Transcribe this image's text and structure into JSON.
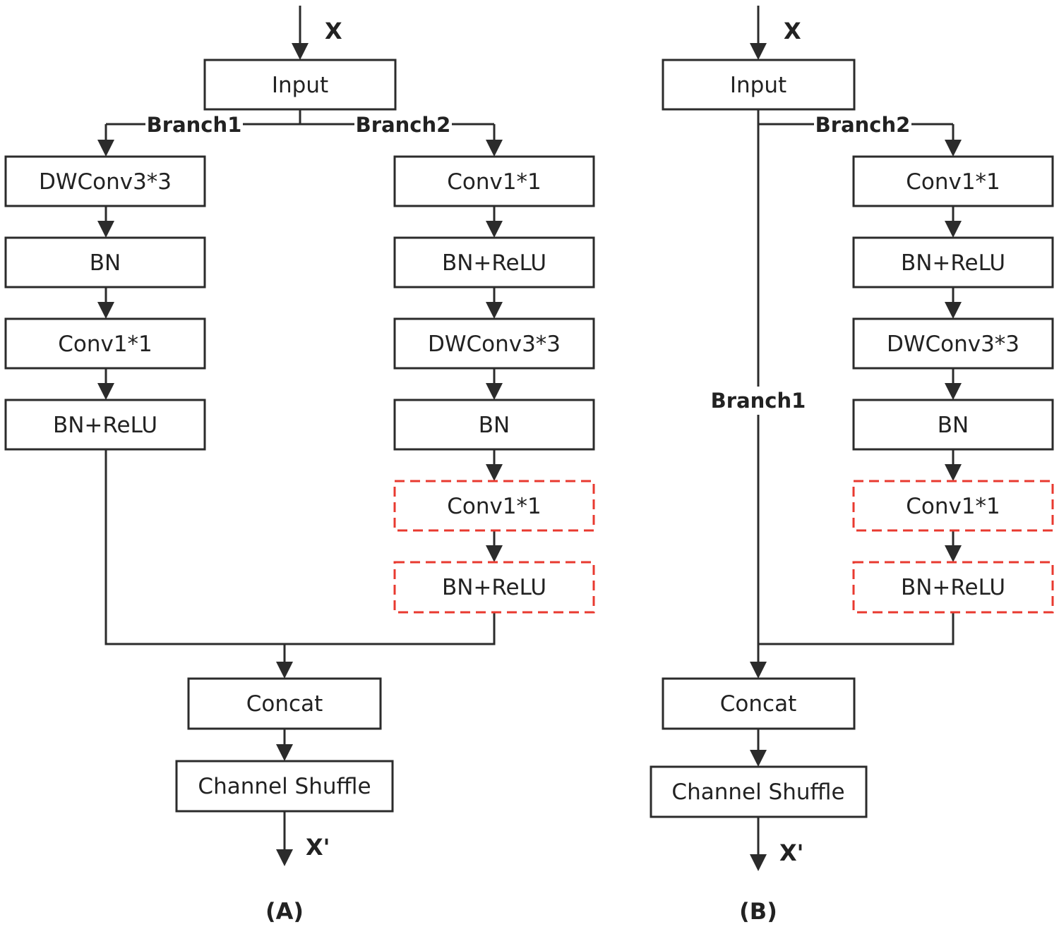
{
  "colors": {
    "line": "#2b2b2b",
    "dashed_box_border": "#e8392f"
  },
  "panel_a": {
    "caption": "(A)",
    "input_label": "X",
    "output_label": "X'",
    "input_box": "Input",
    "branch1_label": "Branch1",
    "branch2_label": "Branch2",
    "branch1_boxes": [
      "DWConv3*3",
      "BN",
      "Conv1*1",
      "BN+ReLU"
    ],
    "branch2_boxes": [
      "Conv1*1",
      "BN+ReLU",
      "DWConv3*3",
      "BN"
    ],
    "branch2_dashed_boxes": [
      "Conv1*1",
      "BN+ReLU"
    ],
    "concat_box": "Concat",
    "shuffle_box": "Channel Shuffle"
  },
  "panel_b": {
    "caption": "(B)",
    "input_label": "X",
    "output_label": "X'",
    "input_box": "Input",
    "branch1_label": "Branch1",
    "branch2_label": "Branch2",
    "branch2_boxes": [
      "Conv1*1",
      "BN+ReLU",
      "DWConv3*3",
      "BN"
    ],
    "branch2_dashed_boxes": [
      "Conv1*1",
      "BN+ReLU"
    ],
    "concat_box": "Concat",
    "shuffle_box": "Channel Shuffle"
  }
}
